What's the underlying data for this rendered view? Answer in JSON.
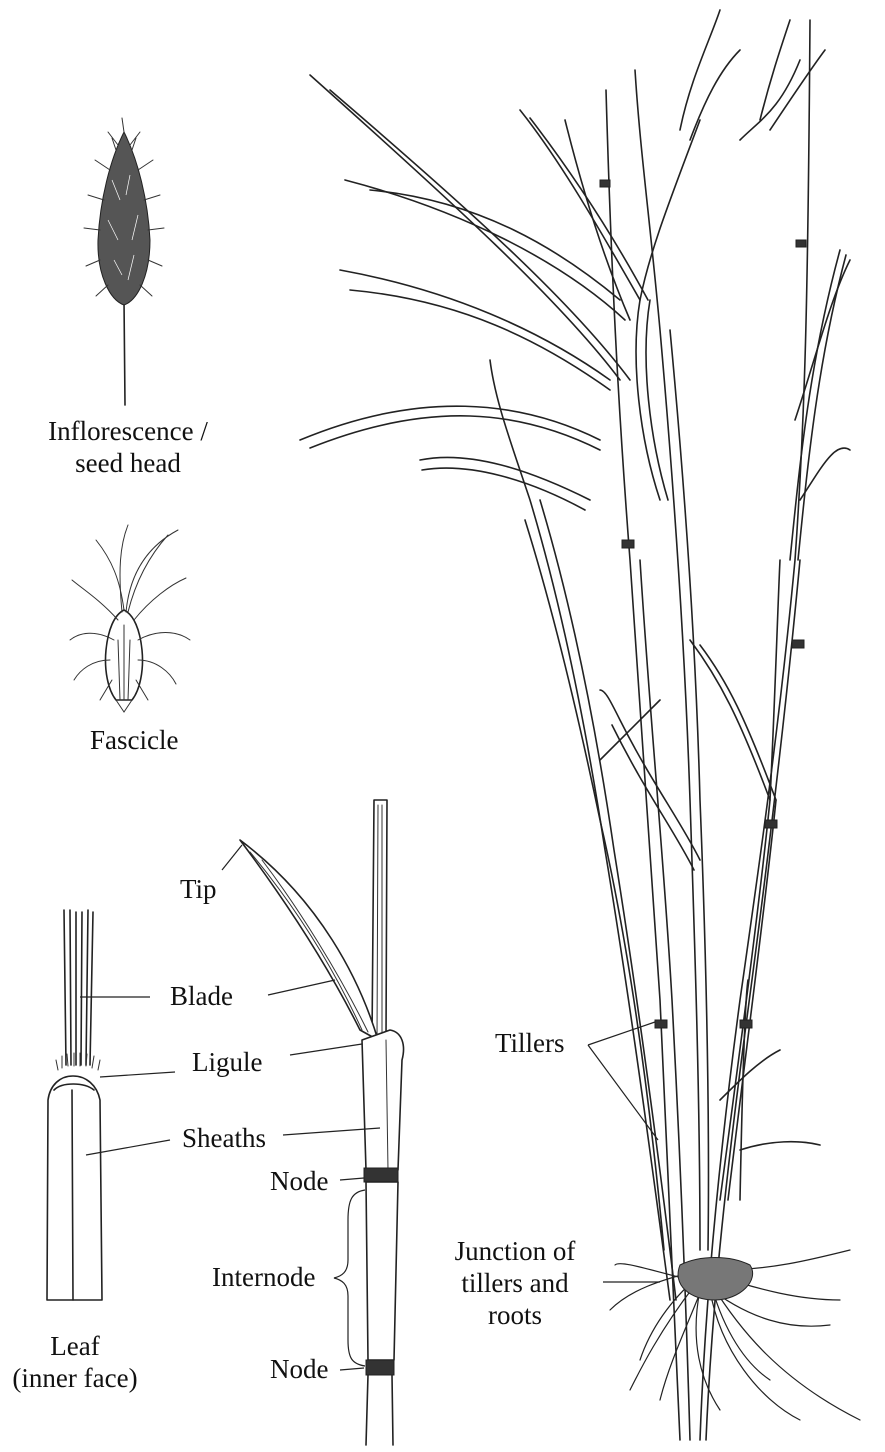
{
  "labels": {
    "inflorescence": "Inflorescence /",
    "inflorescence_2": "seed head",
    "fascicle": "Fascicle",
    "tip": "Tip",
    "blade": "Blade",
    "ligule": "Ligule",
    "sheaths": "Sheaths",
    "node_upper": "Node",
    "internode": "Internode",
    "node_lower": "Node",
    "leaf": "Leaf",
    "leaf_2": "(inner face)",
    "tillers": "Tillers",
    "junction": "Junction of",
    "junction_2": "tillers and",
    "junction_3": "roots"
  }
}
